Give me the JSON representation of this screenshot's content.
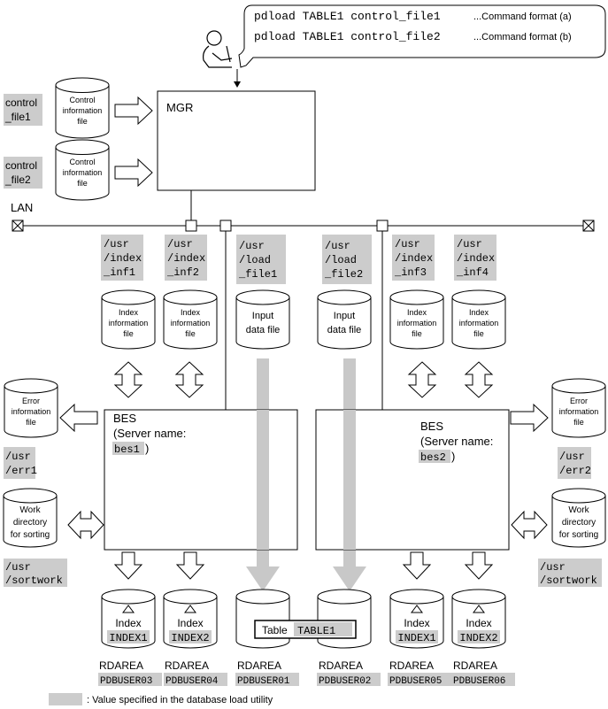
{
  "commands": {
    "a_text": "pdload TABLE1 control_file1",
    "a_label": "...Command format (a)",
    "b_text": "pdload TABLE1 control_file2",
    "b_label": "...Command format (b)"
  },
  "mgr": {
    "label": "MGR"
  },
  "lan": {
    "label": "LAN"
  },
  "control_files": [
    {
      "path1": "control",
      "path2": "_file1",
      "cyl1": "Control",
      "cyl2": "information",
      "cyl3": "file"
    },
    {
      "path1": "control",
      "path2": "_file2",
      "cyl1": "Control",
      "cyl2": "information",
      "cyl3": "file"
    }
  ],
  "paths": {
    "index_inf1": [
      "/usr",
      "/index",
      "_inf1"
    ],
    "index_inf2": [
      "/usr",
      "/index",
      "_inf2"
    ],
    "load_file1": [
      "/usr",
      "/load",
      "_file1"
    ],
    "load_file2": [
      "/usr",
      "/load",
      "_file2"
    ],
    "index_inf3": [
      "/usr",
      "/index",
      "_inf3"
    ],
    "index_inf4": [
      "/usr",
      "/index",
      "_inf4"
    ],
    "err1": [
      "/usr",
      "/err1"
    ],
    "err2": [
      "/usr",
      "/err2"
    ],
    "sortwork_left": [
      "/usr",
      "/sortwork"
    ],
    "sortwork_right": [
      "/usr",
      "/sortwork"
    ]
  },
  "index_info_file": [
    "Index",
    "information",
    "file"
  ],
  "input_data_file": [
    "Input",
    "data file"
  ],
  "error_info_file": [
    "Error",
    "information",
    "file"
  ],
  "work_dir": [
    "Work",
    "directory",
    "for sorting"
  ],
  "bes1": {
    "title": "BES",
    "line2": "(Server name:",
    "name": "bes1",
    "close": ")"
  },
  "bes2": {
    "title": "BES",
    "line2": "(Server name:",
    "name": "bes2",
    "close": ")"
  },
  "index_label": "Index",
  "table": {
    "label": "Table",
    "name": "TABLE1"
  },
  "rdareas": [
    {
      "label": "RDAREA",
      "index": "INDEX1",
      "name": "PDBUSER03"
    },
    {
      "label": "RDAREA",
      "index": "INDEX2",
      "name": "PDBUSER04"
    },
    {
      "label": "RDAREA",
      "index": "",
      "name": "PDBUSER01"
    },
    {
      "label": "RDAREA",
      "index": "",
      "name": "PDBUSER02"
    },
    {
      "label": "RDAREA",
      "index": "INDEX1",
      "name": "PDBUSER05"
    },
    {
      "label": "RDAREA",
      "index": "INDEX2",
      "name": "PDBUSER06"
    }
  ],
  "legend": {
    "text": ": Value specified in the database load utility"
  },
  "colors": {
    "highlight": "#cccccc",
    "line": "#000000",
    "load_arrow": "#c8c8c8"
  }
}
